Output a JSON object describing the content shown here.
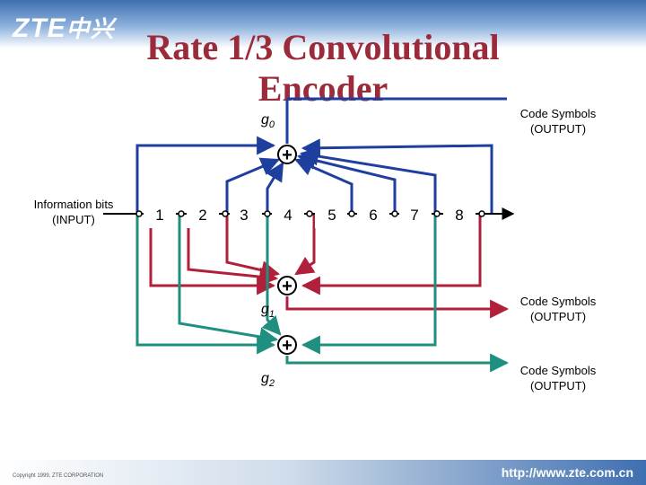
{
  "header": {
    "logo_latin": "ZTE",
    "logo_cn": "中兴",
    "title_line1": "Rate 1/3 Convolutional",
    "title_line2": "Encoder"
  },
  "diagram": {
    "input_line1": "Information bits",
    "input_line2": "(INPUT)",
    "cells": [
      "1",
      "2",
      "3",
      "4",
      "5",
      "6",
      "7",
      "8"
    ],
    "g0": {
      "base": "g",
      "sub": "0"
    },
    "g1": {
      "base": "g",
      "sub": "1"
    },
    "g2": {
      "base": "g",
      "sub": "2"
    },
    "output0": {
      "line1": "Code Symbols",
      "line2": "(OUTPUT)"
    },
    "output1": {
      "line1": "Code Symbols",
      "line2": "(OUTPUT)"
    },
    "output2": {
      "line1": "Code Symbols",
      "line2": "(OUTPUT)"
    },
    "adder_symbol": "+",
    "colors": {
      "g0": "#1f3f9f",
      "g1": "#b0203a",
      "g2": "#1f8f7f"
    }
  },
  "footer": {
    "copyright": "Copyright 1999, ZTE CORPORATION",
    "url": "http://www.zte.com.cn"
  }
}
